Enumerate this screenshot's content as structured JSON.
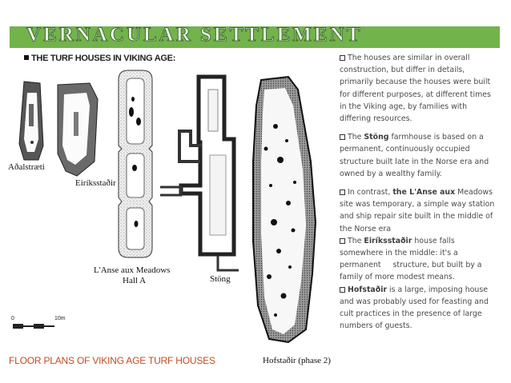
{
  "slide": {
    "title": "VERNACULAR SETTLEMENT",
    "subtitle": "THE TURF HOUSES IN VIKING AGE",
    "subtitle_colon": ":",
    "caption": "FLOOR PLANS OF VIKING AGE TURF HOUSES"
  },
  "plans": {
    "labels": {
      "adalstraeti": "Aðalstræti",
      "eiriksstadir": "Eiríksstaðir",
      "lanse": "L'Anse aux Meadows",
      "lanse_sub": "Hall A",
      "stong": "Stöng",
      "hofstadir": "Hofstaðir (phase 2)"
    },
    "scale": {
      "start": "0",
      "end": "10m"
    }
  },
  "text": {
    "p1": "The houses are similar in overall construction, but differ in details, primarily because the houses were built for different purposes, at different times in the Viking age, by families with differing resources.",
    "p2_pre": "The ",
    "p2_bold": "Stöng",
    "p2_post": " farmhouse is based on a permanent, continuously occupied structure built late in the Norse era and owned by a wealthy family.",
    "p3_pre": "In contrast, ",
    "p3_bold": "the L'Anse aux",
    "p3_post": " Meadows site was temporary, a simple way station and ship repair site built in the middle of the Norse era",
    "p4_pre": "The ",
    "p4_bold": "Eiríksstaðir",
    "p4_post": " house falls somewhere in the middle: it's a permanent     structure, but built by a family of more modest means.",
    "p5_bold": "Hofstaðir",
    "p5_post": " is a large, imposing house and was probably used for feasting and cult practices in the presence of large numbers of guests."
  },
  "icons": {
    "bullet": "square-bullet-icon",
    "checkbox": "checkbox-bullet-icon"
  }
}
